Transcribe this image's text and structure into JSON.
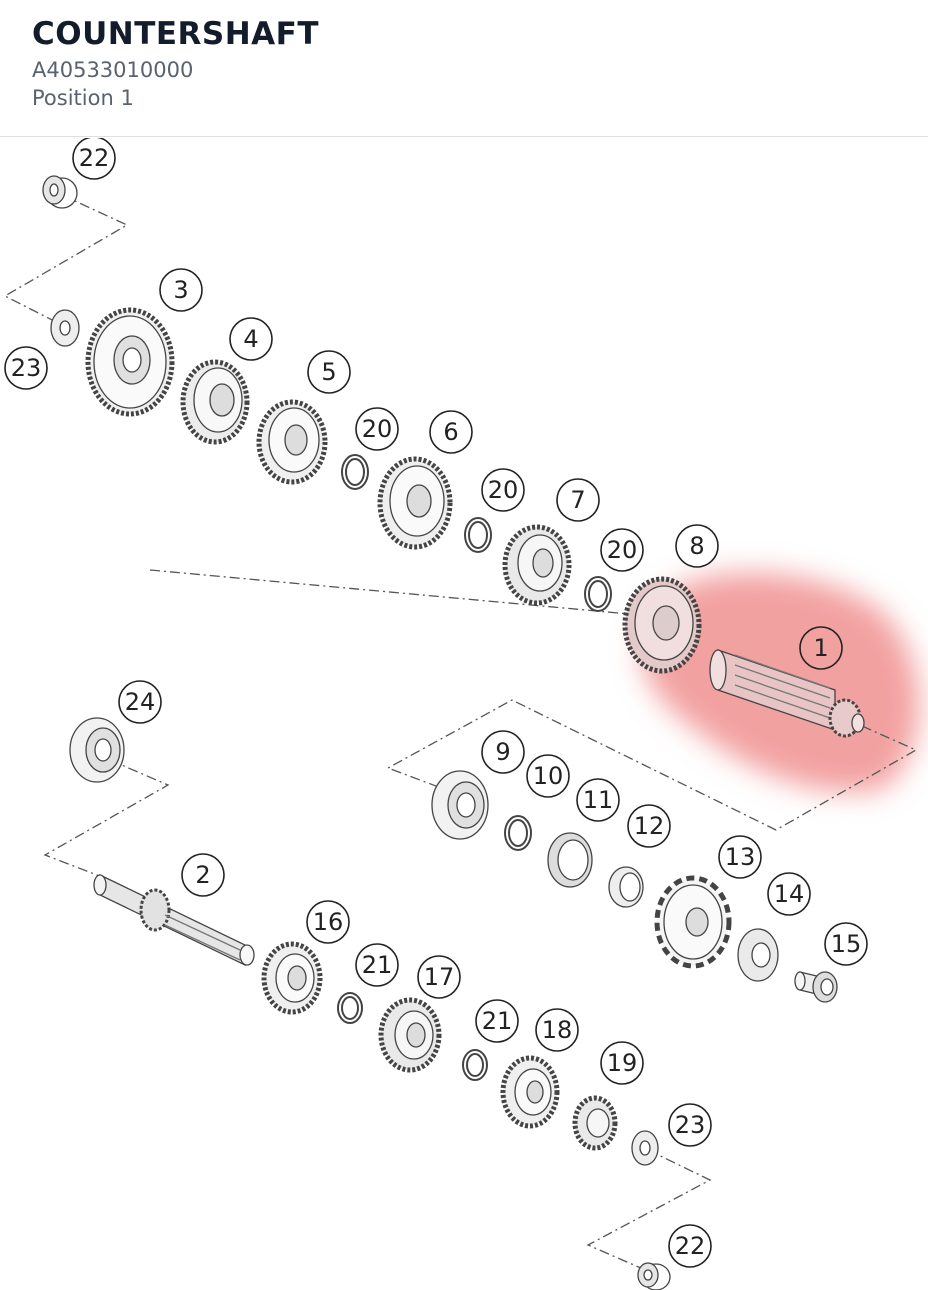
{
  "header": {
    "title": "COUNTERSHAFT",
    "part_number": "A40533010000",
    "position": "Position 1"
  },
  "diagram": {
    "highlight_color": "#ef8a8a",
    "highlighted_callout": "1",
    "callouts": [
      {
        "id": "c22a",
        "label": "22"
      },
      {
        "id": "c3",
        "label": "3"
      },
      {
        "id": "c23a",
        "label": "23"
      },
      {
        "id": "c4",
        "label": "4"
      },
      {
        "id": "c5",
        "label": "5"
      },
      {
        "id": "c20a",
        "label": "20"
      },
      {
        "id": "c6",
        "label": "6"
      },
      {
        "id": "c20b",
        "label": "20"
      },
      {
        "id": "c7",
        "label": "7"
      },
      {
        "id": "c20c",
        "label": "20"
      },
      {
        "id": "c8",
        "label": "8"
      },
      {
        "id": "c1",
        "label": "1"
      },
      {
        "id": "c24",
        "label": "24"
      },
      {
        "id": "c9",
        "label": "9"
      },
      {
        "id": "c10",
        "label": "10"
      },
      {
        "id": "c11",
        "label": "11"
      },
      {
        "id": "c12",
        "label": "12"
      },
      {
        "id": "c13",
        "label": "13"
      },
      {
        "id": "c2",
        "label": "2"
      },
      {
        "id": "c14",
        "label": "14"
      },
      {
        "id": "c16",
        "label": "16"
      },
      {
        "id": "c15",
        "label": "15"
      },
      {
        "id": "c21a",
        "label": "21"
      },
      {
        "id": "c17",
        "label": "17"
      },
      {
        "id": "c21b",
        "label": "21"
      },
      {
        "id": "c18",
        "label": "18"
      },
      {
        "id": "c19",
        "label": "19"
      },
      {
        "id": "c23b",
        "label": "23"
      },
      {
        "id": "c22b",
        "label": "22"
      }
    ]
  }
}
